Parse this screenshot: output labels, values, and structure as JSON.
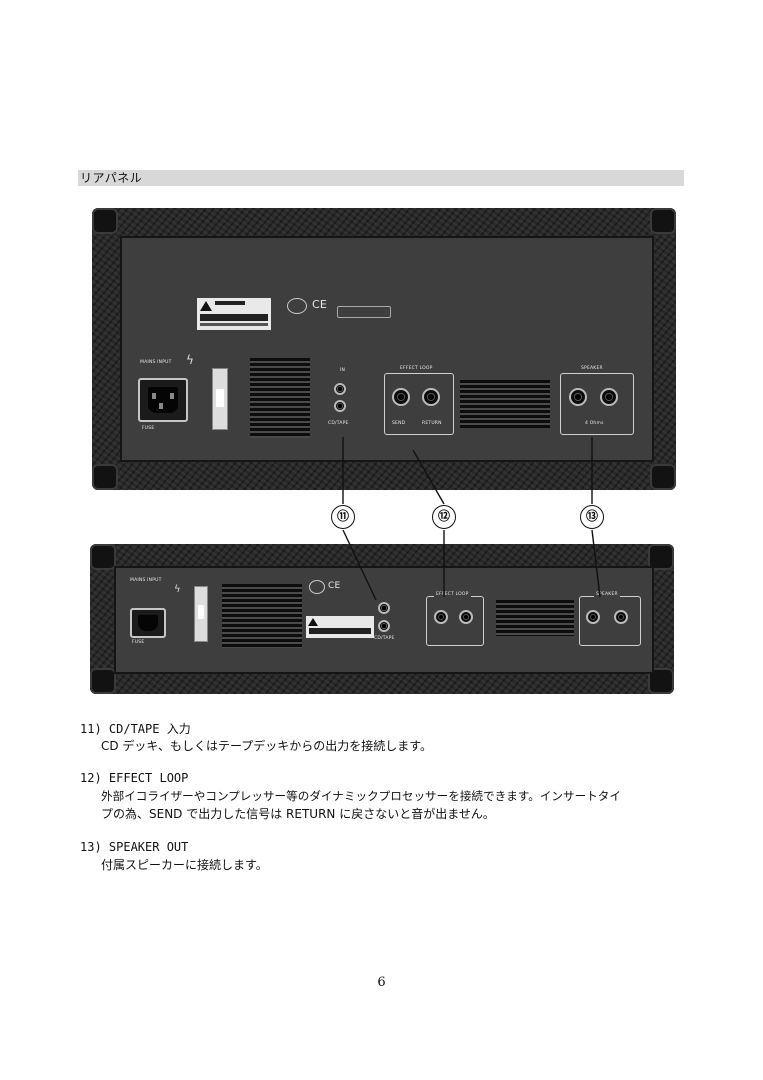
{
  "section": {
    "title": "リアパネル"
  },
  "callouts": [
    "⑪",
    "⑫",
    "⑬"
  ],
  "items": [
    {
      "title": "11) CD/TAPE 入力",
      "desc": [
        "CD デッキ、もしくはテープデッキからの出力を接続します。"
      ]
    },
    {
      "title": "12) EFFECT LOOP",
      "desc": [
        "外部イコライザーやコンプレッサー等のダイナミックプロセッサーを接続できます。インサートタイ",
        "プの為、SEND で出力した信号は RETURN に戻さないと音が出ません。"
      ]
    },
    {
      "title": "13) SPEAKER OUT",
      "desc": [
        "付属スピーカーに接続します。"
      ]
    }
  ],
  "page_number": "6",
  "icons": [
    "ce-mark-icon",
    "warning-triangle-icon",
    "lightning-bolt-icon",
    "power-inlet-icon"
  ]
}
